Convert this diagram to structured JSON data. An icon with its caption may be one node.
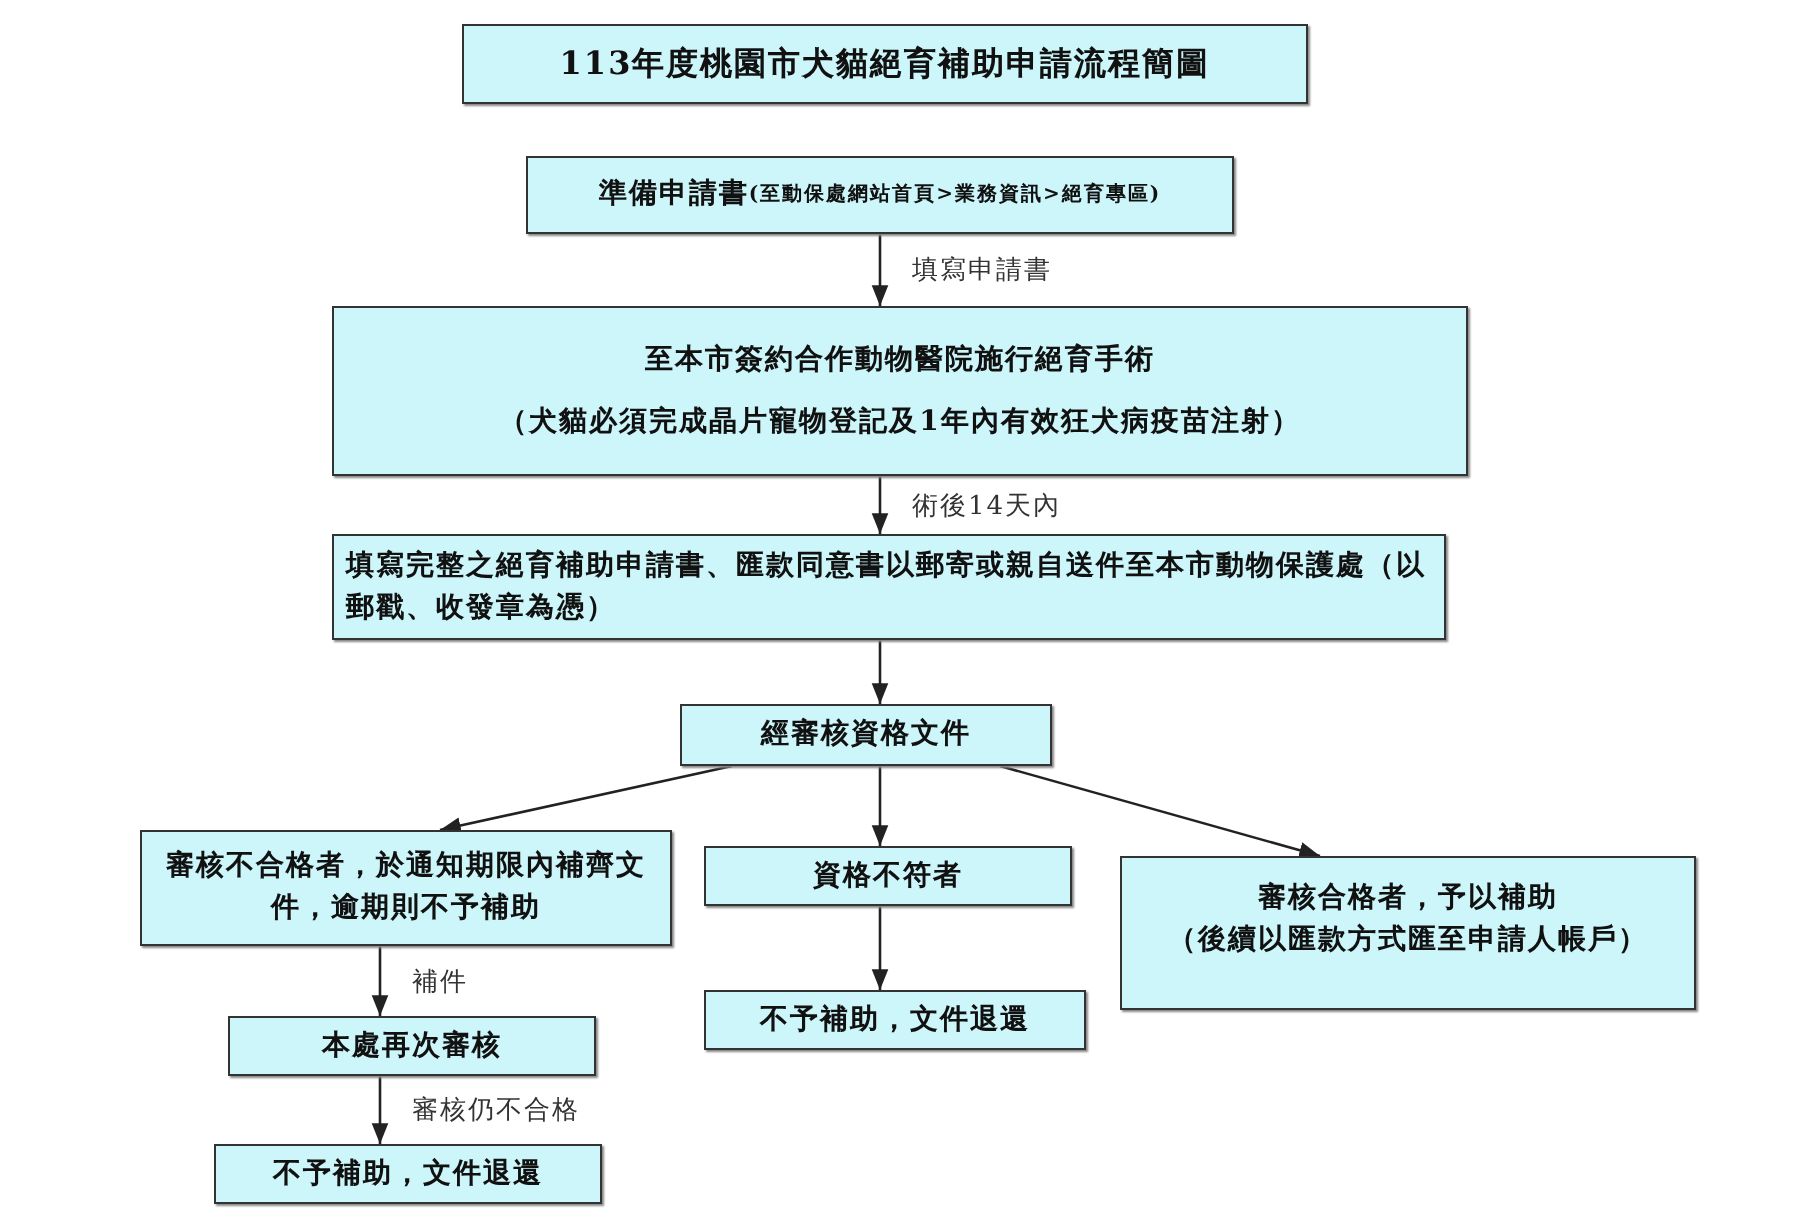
{
  "diagram": {
    "nodes": [
      {
        "text": [
          "113年度桃園市犬貓絕育補助申請流程簡圖"
        ]
      },
      {
        "text": [
          "準備申請書",
          "(至動保處網站首頁>業務資訊>絕育專區)"
        ]
      },
      {
        "text": [
          "至本市簽約合作動物醫院施行絕育手術",
          "（犬貓必須完成晶片寵物登記及1年內有效狂犬病疫苗注射）"
        ]
      },
      {
        "text": [
          "填寫完整之**絕育補助申請書**、**匯款同意書**以郵寄或親自送件至本市動物保護處（以郵戳、收發章為憑）"
        ]
      },
      {
        "text": [
          "經審核資格文件"
        ]
      },
      {
        "text": [
          "審核不合格者，於通知期限內補齊文件，逾期則不予補助"
        ]
      },
      {
        "text": [
          "資格不符者"
        ]
      },
      {
        "text": [
          "審核合格者，予以補助",
          "（後續以匯款方式匯至申請人帳戶）"
        ]
      },
      {
        "text": [
          "本處再次審核"
        ]
      },
      {
        "text": [
          "不予補助，文件退還"
        ]
      },
      {
        "text": [
          "不予補助，文件退還"
        ]
      }
    ],
    "edges": [
      {
        "from": 1,
        "to": 2,
        "arrow": "to",
        "label": "填寫申請書"
      },
      {
        "from": 2,
        "to": 3,
        "arrow": "to",
        "label": "術後14天內"
      },
      {
        "from": 3,
        "to": 4,
        "arrow": "to"
      },
      {
        "from": 4,
        "to": 5,
        "arrow": "to"
      },
      {
        "from": 4,
        "to": 6,
        "arrow": "to"
      },
      {
        "from": 4,
        "to": 7,
        "arrow": "to"
      },
      {
        "from": 5,
        "to": 8,
        "arrow": "to",
        "label": "補件"
      },
      {
        "from": 6,
        "to": 9,
        "arrow": "to"
      },
      {
        "from": 8,
        "to": 10,
        "arrow": "to",
        "label": "審核仍不合格"
      }
    ]
  }
}
